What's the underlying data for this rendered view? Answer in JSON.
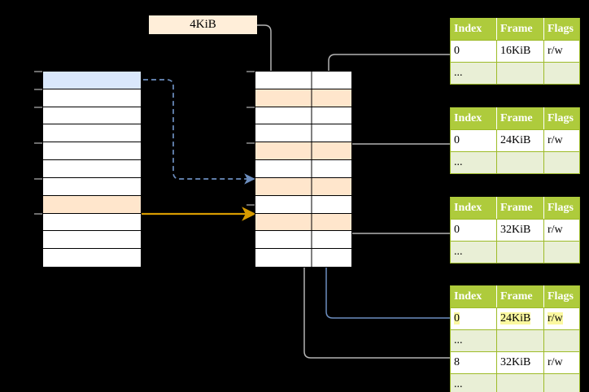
{
  "diagram": {
    "title_label": "4KiB",
    "colors": {
      "background": "#000000",
      "blue_row": "#dae8fc",
      "peach_row": "#ffe6cc",
      "callout_bg": "#ffeed9",
      "table_header": "#aecb3c",
      "table_alt_row": "#e9efd6",
      "highlight": "#fbf8a0",
      "orange_arrow": "#d79b00",
      "blue_arrow": "#6c8ebf",
      "gray_wire": "#b3b3b3"
    }
  },
  "left_column": {
    "name": "virtual-address-space",
    "row_count": 11,
    "rows": [
      {
        "index": 0,
        "fill": "blue",
        "label": ""
      },
      {
        "index": 1,
        "fill": "white",
        "label": ""
      },
      {
        "index": 2,
        "fill": "white",
        "label": ""
      },
      {
        "index": 3,
        "fill": "white",
        "label": ""
      },
      {
        "index": 4,
        "fill": "white",
        "label": ""
      },
      {
        "index": 5,
        "fill": "white",
        "label": ""
      },
      {
        "index": 6,
        "fill": "white",
        "label": ""
      },
      {
        "index": 7,
        "fill": "peach",
        "label": ""
      },
      {
        "index": 8,
        "fill": "white",
        "label": ""
      },
      {
        "index": 9,
        "fill": "white",
        "label": ""
      },
      {
        "index": 10,
        "fill": "white",
        "label": ""
      }
    ]
  },
  "middle_column": {
    "name": "physical-memory",
    "row_count": 11,
    "rows": [
      {
        "index": 0,
        "fill": "white",
        "label": ""
      },
      {
        "index": 1,
        "fill": "peach",
        "label": ""
      },
      {
        "index": 2,
        "fill": "white",
        "label": ""
      },
      {
        "index": 3,
        "fill": "white",
        "label": ""
      },
      {
        "index": 4,
        "fill": "peach",
        "label": ""
      },
      {
        "index": 5,
        "fill": "white",
        "label": ""
      },
      {
        "index": 6,
        "fill": "peach",
        "label": ""
      },
      {
        "index": 7,
        "fill": "white",
        "label": ""
      },
      {
        "index": 8,
        "fill": "peach",
        "label": ""
      },
      {
        "index": 9,
        "fill": "white",
        "label": ""
      },
      {
        "index": 10,
        "fill": "white",
        "label": ""
      }
    ]
  },
  "page_tables": [
    {
      "name": "page-table-1",
      "headers": [
        "Index",
        "Frame",
        "Flags"
      ],
      "rows": [
        {
          "index": "0",
          "frame": "16KiB",
          "flags": "r/w",
          "style": "odd",
          "highlight": false
        },
        {
          "index": "...",
          "frame": "",
          "flags": "",
          "style": "even",
          "highlight": false
        }
      ]
    },
    {
      "name": "page-table-2",
      "headers": [
        "Index",
        "Frame",
        "Flags"
      ],
      "rows": [
        {
          "index": "0",
          "frame": "24KiB",
          "flags": "r/w",
          "style": "odd",
          "highlight": false
        },
        {
          "index": "...",
          "frame": "",
          "flags": "",
          "style": "even",
          "highlight": false
        }
      ]
    },
    {
      "name": "page-table-3",
      "headers": [
        "Index",
        "Frame",
        "Flags"
      ],
      "rows": [
        {
          "index": "0",
          "frame": "32KiB",
          "flags": "r/w",
          "style": "odd",
          "highlight": false
        },
        {
          "index": "...",
          "frame": "",
          "flags": "",
          "style": "even",
          "highlight": false
        }
      ]
    },
    {
      "name": "page-table-4",
      "headers": [
        "Index",
        "Frame",
        "Flags"
      ],
      "rows": [
        {
          "index": "0",
          "frame": "24KiB",
          "flags": "r/w",
          "style": "odd",
          "highlight": true
        },
        {
          "index": "...",
          "frame": "",
          "flags": "",
          "style": "even",
          "highlight": false
        },
        {
          "index": "8",
          "frame": "32KiB",
          "flags": "r/w",
          "style": "odd",
          "highlight": false
        },
        {
          "index": "...",
          "frame": "",
          "flags": "",
          "style": "even",
          "highlight": false
        }
      ]
    }
  ]
}
